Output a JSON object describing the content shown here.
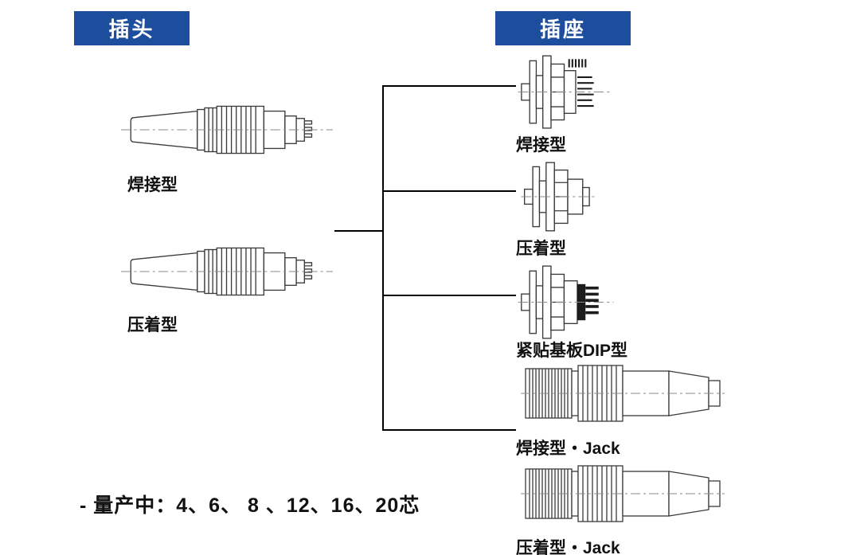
{
  "colors": {
    "header_bg": "#1d4e9e",
    "header_text": "#ffffff",
    "tree_line": "#000000",
    "drawing_stroke": "#3a3a3a"
  },
  "headers": {
    "plug": "插头",
    "socket": "插座"
  },
  "plug_column": {
    "items": [
      {
        "label": "焊接型",
        "icon": "plug-solder-drawing"
      },
      {
        "label": "压着型",
        "icon": "plug-crimp-drawing"
      }
    ]
  },
  "socket_column": {
    "items": [
      {
        "label": "焊接型",
        "icon": "socket-solder-drawing"
      },
      {
        "label": "压着型",
        "icon": "socket-crimp-drawing"
      },
      {
        "label": "紧贴基板DIP型",
        "icon": "socket-dip-drawing"
      },
      {
        "label": "焊接型・Jack",
        "icon": "jack-solder-drawing"
      },
      {
        "label": "压着型・Jack",
        "icon": "jack-crimp-drawing"
      }
    ]
  },
  "footer": {
    "note": "- 量产中：4、6、 8 、12、16、20芯"
  }
}
